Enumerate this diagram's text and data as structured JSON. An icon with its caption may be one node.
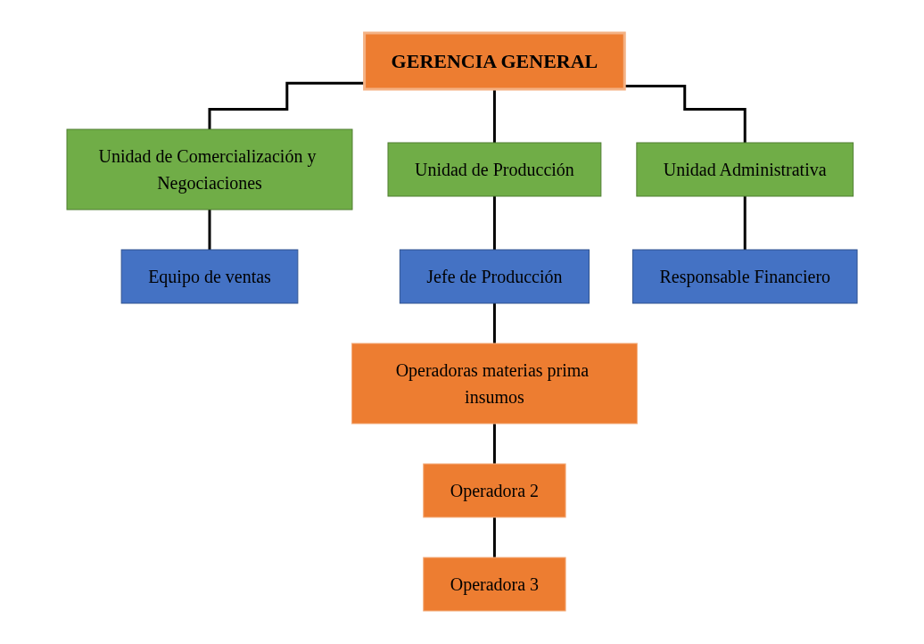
{
  "diagram": {
    "nodes": [
      {
        "text": [
          "GERENCIA GENERAL"
        ]
      },
      {
        "text": [
          "Unidad de Comercialización y Negociaciones"
        ]
      },
      {
        "text": [
          "Unidad de Producción"
        ]
      },
      {
        "text": [
          "Unidad Administrativa"
        ]
      },
      {
        "text": [
          "Equipo de ventas"
        ]
      },
      {
        "text": [
          "Jefe de Producción"
        ]
      },
      {
        "text": [
          "Responsable Financiero"
        ]
      },
      {
        "text": [
          "Operadoras materias prima insumos"
        ]
      },
      {
        "text": [
          "Operadora 2"
        ]
      },
      {
        "text": [
          "Operadora 3"
        ]
      }
    ],
    "edges": [
      {
        "from": 0,
        "to": 1,
        "arrow": "none"
      },
      {
        "from": 0,
        "to": 2,
        "arrow": "none"
      },
      {
        "from": 0,
        "to": 3,
        "arrow": "none"
      },
      {
        "from": 1,
        "to": 4,
        "arrow": "none"
      },
      {
        "from": 2,
        "to": 5,
        "arrow": "none"
      },
      {
        "from": 3,
        "to": 6,
        "arrow": "none"
      },
      {
        "from": 5,
        "to": 7,
        "arrow": "none"
      },
      {
        "from": 7,
        "to": 8,
        "arrow": "none"
      },
      {
        "from": 8,
        "to": 9,
        "arrow": "none"
      }
    ]
  }
}
